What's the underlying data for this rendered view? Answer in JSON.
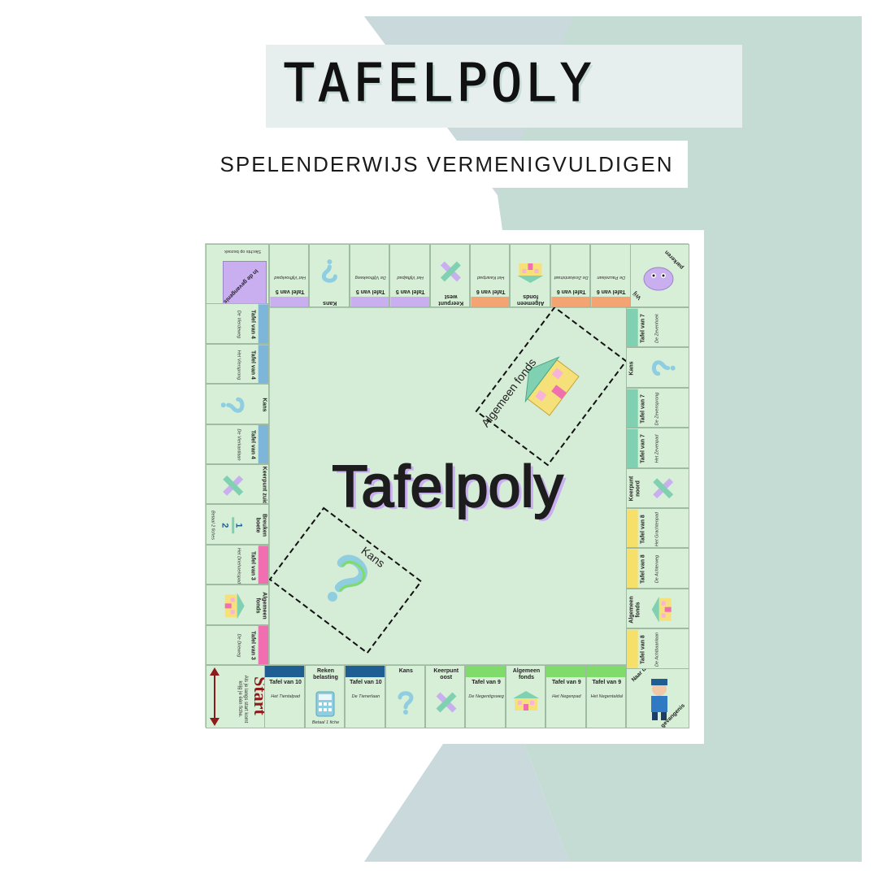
{
  "header": {
    "title": "TAFELPOLY",
    "subtitle": "SPELENDERWIJS VERMENIGVULDIGEN"
  },
  "colors": {
    "sage": "#c5dcd4",
    "pale_blue": "#cad9dc",
    "banner": "#e6efee",
    "board_green": "#d5ecd6",
    "purple": "#c9aef0",
    "orange": "#f4a473",
    "blue": "#7db6d9",
    "yellow": "#f7e06a",
    "teal": "#7fd1b1",
    "pink": "#f06fb0",
    "dark_blue": "#1f5e93",
    "green": "#7fdc6a"
  },
  "board": {
    "center_title": "Tafelpoly",
    "card_algemeen": "Algemeen fonds",
    "card_kans": "Kans",
    "corners": {
      "start": "Start",
      "start_note": "Als je langs start komt krijg je één fiche.",
      "jail_top": "In de gevangenis",
      "jail_note": "Slechts op bezoek",
      "parking_a": "Vrij",
      "parking_b": "parkeren",
      "goto_jail_a": "Naar de",
      "goto_jail_b": "gevangenis"
    },
    "bottom": [
      {
        "name": "Tafel van 9",
        "street": "Het Negentaldal"
      },
      {
        "name": "Tafel van 9",
        "street": "Het Negenpad"
      },
      {
        "name": "Algemeen fonds",
        "street": ""
      },
      {
        "name": "Tafel van 9",
        "street": "De Negentigsweg"
      },
      {
        "name": "Keerpunt oost",
        "street": ""
      },
      {
        "name": "Kans",
        "street": ""
      },
      {
        "name": "Tafel van 10",
        "street": "De Tienerlaan"
      },
      {
        "name": "Reken belasting",
        "street": "Betaal 1 fiche"
      },
      {
        "name": "Tafel van 10",
        "street": "Het Tientalpad"
      }
    ],
    "left": [
      {
        "name": "Tafel van 3",
        "street": "De Drieweg"
      },
      {
        "name": "Algemeen fonds",
        "street": ""
      },
      {
        "name": "Tafel van 3",
        "street": "Het Driehoekspad"
      },
      {
        "name": "Breuken boete",
        "street": "Betaal 2 fiches"
      },
      {
        "name": "Keerpunt zuid",
        "street": ""
      },
      {
        "name": "Tafel van 4",
        "street": "De Vierkantlaan"
      },
      {
        "name": "Kans",
        "street": ""
      },
      {
        "name": "Tafel van 4",
        "street": "Het Viersprong"
      },
      {
        "name": "Tafel van 4",
        "street": "De Vierdeweg"
      }
    ],
    "top": [
      {
        "name": "Tafel van 5",
        "street": "Het Vijfhoekpad"
      },
      {
        "name": "Kans",
        "street": ""
      },
      {
        "name": "Tafel van 5",
        "street": "De Vijfhoekweg"
      },
      {
        "name": "Tafel van 5",
        "street": "Het Vijftalpad"
      },
      {
        "name": "Keerpunt west",
        "street": ""
      },
      {
        "name": "Tafel van 6",
        "street": "Het Kwartpad"
      },
      {
        "name": "Algemeen fonds",
        "street": ""
      },
      {
        "name": "Tafel van 6",
        "street": "De Zeskantstraat"
      },
      {
        "name": "Tafel van 6",
        "street": "De Pauzelaan"
      }
    ],
    "right": [
      {
        "name": "Tafel van 7",
        "street": "De Zevenhoek"
      },
      {
        "name": "Kans",
        "street": ""
      },
      {
        "name": "Tafel van 7",
        "street": "De Zevensprong"
      },
      {
        "name": "Tafel van 7",
        "street": "Het Zevenpad"
      },
      {
        "name": "Keerpunt noord",
        "street": ""
      },
      {
        "name": "Tafel van 8",
        "street": "Het Grachtenpad"
      },
      {
        "name": "Tafel van 8",
        "street": "De Achterweg"
      },
      {
        "name": "Algemeen fonds",
        "street": ""
      },
      {
        "name": "Tafel van 8",
        "street": "De Achtbaanlaan"
      }
    ]
  }
}
